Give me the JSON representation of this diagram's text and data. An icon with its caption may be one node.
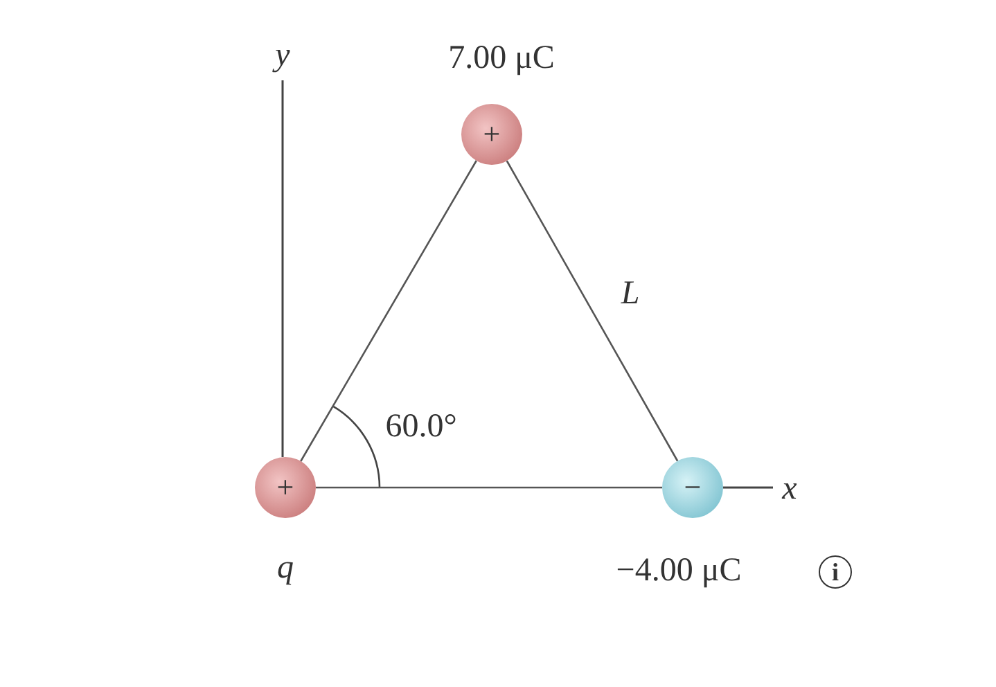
{
  "diagram": {
    "nodes": [
      {
        "text": [
          "+"
        ],
        "beside": [
          "7.00 μC"
        ]
      },
      {
        "text": [
          "+"
        ],
        "beside": [
          "q"
        ]
      },
      {
        "text": [
          "−"
        ],
        "beside": [
          "−4.00 μC"
        ]
      }
    ],
    "edges": [
      {
        "from": 1,
        "to": 0,
        "arrow": "none"
      },
      {
        "from": 0,
        "to": 2,
        "arrow": "none",
        "label": "L"
      },
      {
        "from": 1,
        "to": 2,
        "arrow": "none"
      }
    ],
    "labels": [
      "y",
      "60.0°",
      "x",
      "i"
    ]
  }
}
